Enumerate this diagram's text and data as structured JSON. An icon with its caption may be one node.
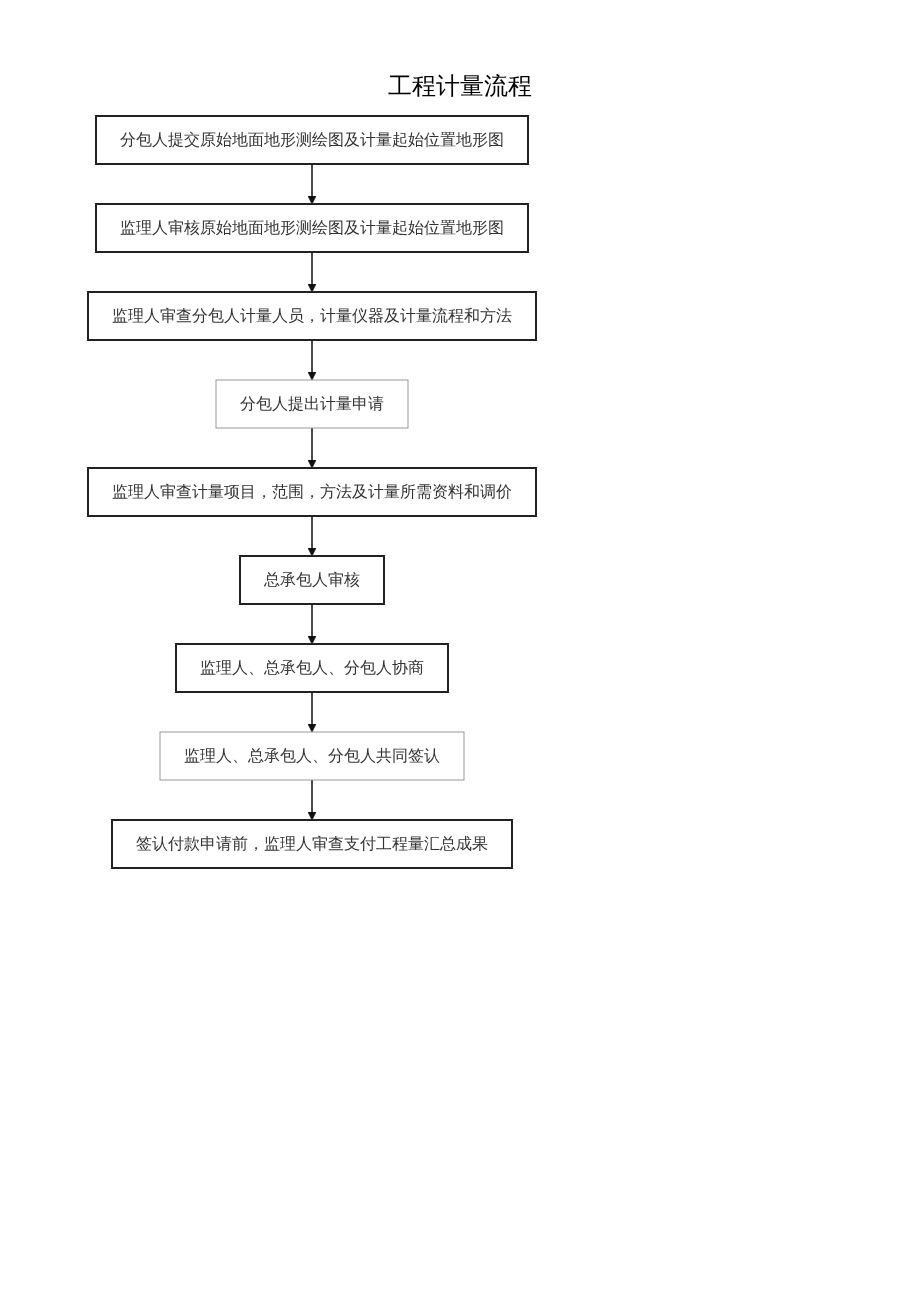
{
  "diagram": {
    "title": "工程计量流程",
    "nodes": [
      {
        "text": [
          "分包人提交原始地面地形测绘图及计量起始位置地形图"
        ]
      },
      {
        "text": [
          "监理人审核原始地面地形测绘图及计量起始位置地形图"
        ]
      },
      {
        "text": [
          "监理人审查分包人计量人员，计量仪器及计量流程和方法"
        ]
      },
      {
        "text": [
          "分包人提出计量申请"
        ]
      },
      {
        "text": [
          "监理人审查计量项目，范围，方法及计量所需资料和调价"
        ]
      },
      {
        "text": [
          "总承包人审核"
        ]
      },
      {
        "text": [
          "监理人、总承包人、分包人协商"
        ]
      },
      {
        "text": [
          "监理人、总承包人、分包人共同签认"
        ]
      },
      {
        "text": [
          "签认付款申请前，监理人审查支付工程量汇总成果"
        ]
      }
    ],
    "edges": [
      {
        "from": 0,
        "to": 1,
        "arrow": "to"
      },
      {
        "from": 1,
        "to": 2,
        "arrow": "to"
      },
      {
        "from": 2,
        "to": 3,
        "arrow": "to"
      },
      {
        "from": 3,
        "to": 4,
        "arrow": "to"
      },
      {
        "from": 4,
        "to": 5,
        "arrow": "to"
      },
      {
        "from": 5,
        "to": 6,
        "arrow": "to"
      },
      {
        "from": 6,
        "to": 7,
        "arrow": "to"
      },
      {
        "from": 7,
        "to": 8,
        "arrow": "to"
      }
    ]
  }
}
